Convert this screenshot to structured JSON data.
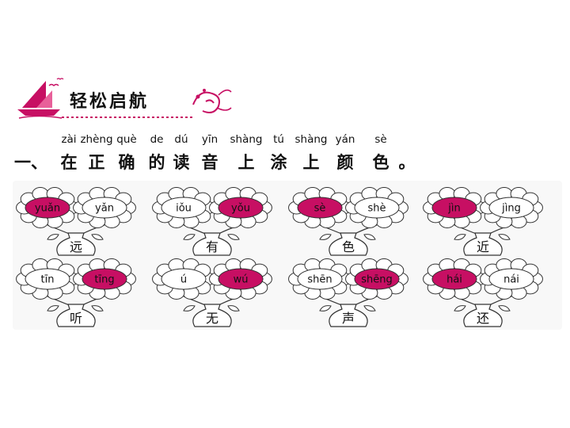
{
  "header": {
    "title": "轻松启航"
  },
  "question": {
    "number": "一、",
    "pinyin": [
      "zài",
      "zhèng",
      "què",
      "de",
      "dú",
      "yīn",
      "shàng",
      "tú",
      "shàng",
      "yán",
      "sè"
    ],
    "characters": [
      "在",
      "正",
      "确",
      "的",
      "读",
      "音",
      "上",
      "涂",
      "上",
      "颜",
      "色"
    ],
    "end_mark": "。"
  },
  "colors": {
    "highlight": "#c70f63",
    "line": "#333333",
    "panel": "#f8f8f8"
  },
  "items": [
    {
      "char": "远",
      "left": "yuǎn",
      "right": "yǎn",
      "correct": "left"
    },
    {
      "char": "有",
      "left": "iǒu",
      "right": "yǒu",
      "correct": "right"
    },
    {
      "char": "色",
      "left": "sè",
      "right": "shè",
      "correct": "left"
    },
    {
      "char": "近",
      "left": "jìn",
      "right": "jìng",
      "correct": "left"
    },
    {
      "char": "听",
      "left": "tīn",
      "right": "tīng",
      "correct": "right"
    },
    {
      "char": "无",
      "left": "ú",
      "right": "wú",
      "correct": "right"
    },
    {
      "char": "声",
      "left": "shēn",
      "right": "shēng",
      "correct": "right"
    },
    {
      "char": "还",
      "left": "hái",
      "right": "nái",
      "correct": "left"
    }
  ]
}
